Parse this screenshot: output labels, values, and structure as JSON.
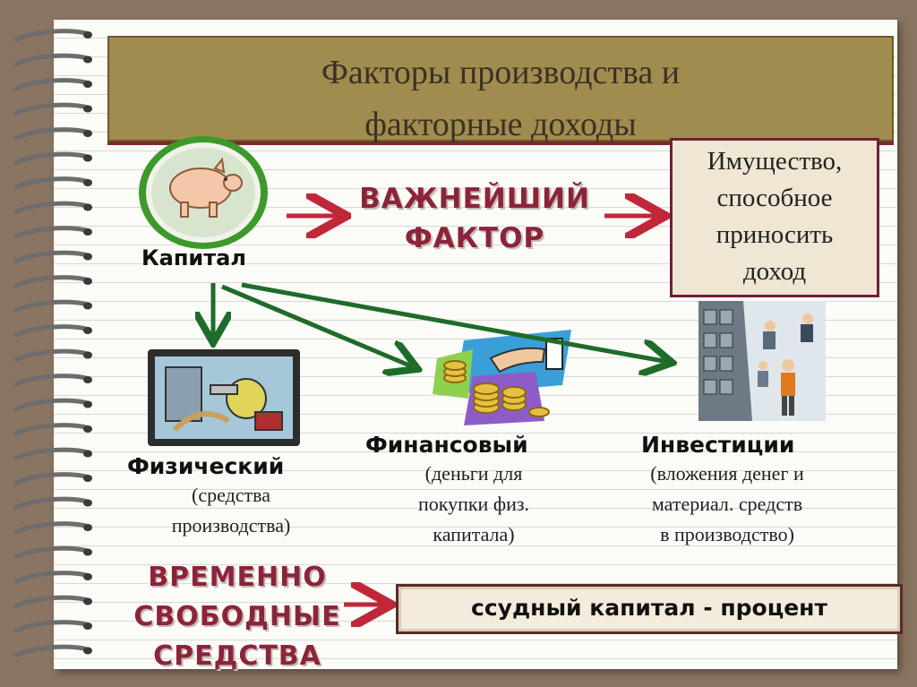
{
  "title": "Факторы производства и\nфакторные доходы",
  "capital": {
    "label": "Капитал"
  },
  "important_factor": "ВАЖНЕЙШИЙ\nФАКТОР",
  "definition": "Имущество,\nспособное\nприносить\nдоход",
  "categories": [
    {
      "label": "Физический",
      "description": "(средства\nпроизводства)"
    },
    {
      "label": "Финансовый",
      "description": "(деньги для\nпокупки физ.\nкапитала)"
    },
    {
      "label": "Инвестиции",
      "description": "(вложения денег и\nматериал. средств\nв производство)"
    }
  ],
  "free_funds": "ВРЕМЕННО\nСВОБОДНЫЕ\nСРЕДСТВА",
  "loan_capital": "ссудный капитал - процент",
  "colors": {
    "title_bg": "#a08c4e",
    "accent_red": "#c0283a",
    "arrow_green": "#1f6b2a",
    "emphasis_text": "#8c2438",
    "definition_border": "#6e1f3c"
  },
  "icons": [
    "notebook-spiral",
    "piggy-bank-icon",
    "machinery-icon",
    "money-hand-icon",
    "business-people-icon"
  ]
}
